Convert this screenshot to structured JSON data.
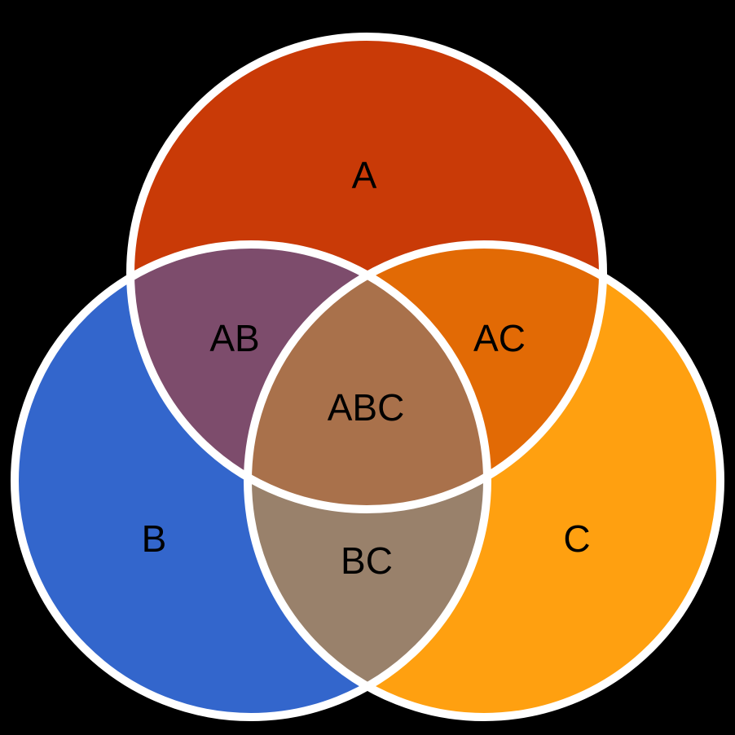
{
  "diagram": {
    "type": "venn-3-set",
    "background_color": "#000000",
    "outline_color": "#FFFFFF",
    "label_color": "#000000",
    "sets": [
      {
        "id": "A",
        "label": "A",
        "color": "#C93A07"
      },
      {
        "id": "B",
        "label": "B",
        "color": "#3366CC"
      },
      {
        "id": "C",
        "label": "C",
        "color": "#FFA010"
      }
    ],
    "intersections": [
      {
        "id": "AB",
        "label": "AB",
        "color": "#7D4C6C"
      },
      {
        "id": "AC",
        "label": "AC",
        "color": "#E26A05"
      },
      {
        "id": "BC",
        "label": "BC",
        "color": "#99816B"
      },
      {
        "id": "ABC",
        "label": "ABC",
        "color": "#A9714B"
      }
    ]
  }
}
